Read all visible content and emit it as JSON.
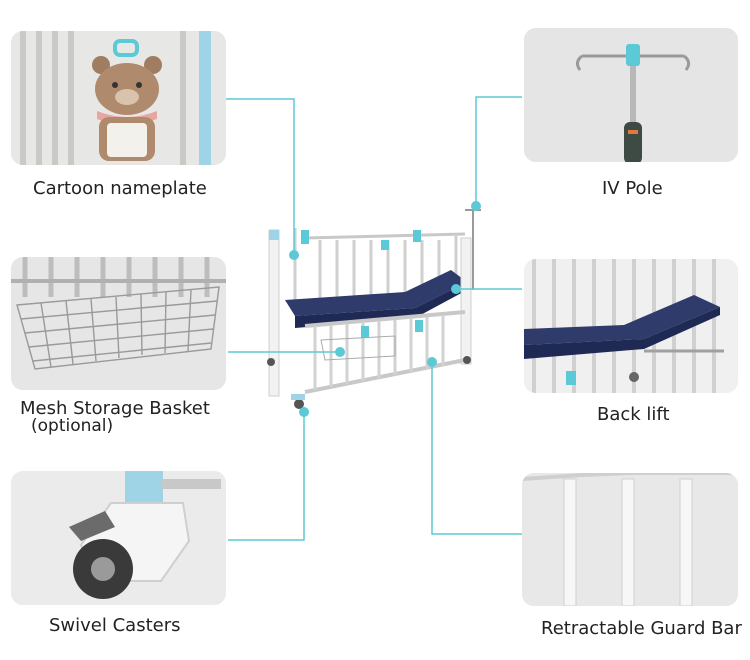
{
  "accent_color": "#5cc9d6",
  "labels": {
    "cartoon_nameplate": "Cartoon nameplate",
    "iv_pole": "IV Pole",
    "mesh_basket_line1": "Mesh Storage Basket",
    "mesh_basket_line2": "(optional)",
    "back_lift": "Back lift",
    "swivel_casters": "Swivel Casters",
    "retractable_guard_bar": "Retractable Guard Bar"
  },
  "icons": {
    "nameplate": "bear-nameplate-icon",
    "iv_pole": "iv-pole-icon",
    "basket": "mesh-basket-icon",
    "back_lift": "mattress-back-lift-icon",
    "caster": "caster-wheel-icon",
    "guard_bar": "guard-bar-icon",
    "bed": "pediatric-bed-icon"
  }
}
